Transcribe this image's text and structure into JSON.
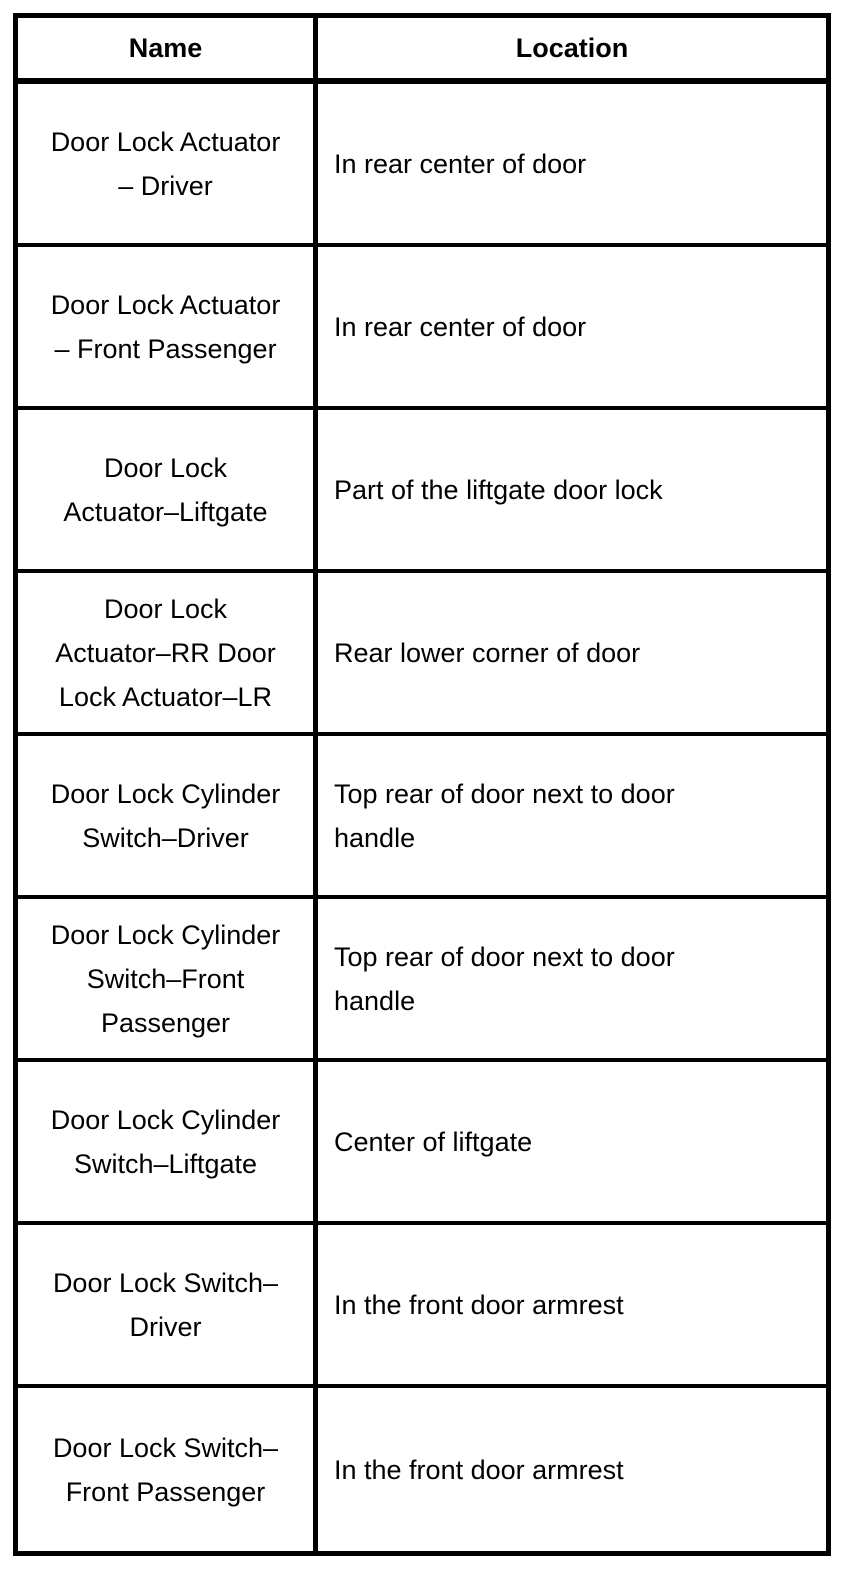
{
  "doc": {
    "table": {
      "headers": {
        "name": "Name",
        "location": "Location"
      },
      "rows": [
        {
          "name": "Door Lock Actuator – Driver",
          "location": "In rear center of door"
        },
        {
          "name": "Door Lock Actuator – Front Passenger",
          "location": "In rear center of door"
        },
        {
          "name": "Door Lock Actuator–Liftgate",
          "location": "Part of the liftgate door lock"
        },
        {
          "name": "Door Lock Actuator–RR Door Lock Actuator–LR",
          "location": "Rear lower corner of door"
        },
        {
          "name": "Door Lock Cylinder Switch–Driver",
          "location": "Top rear of door next to door handle"
        },
        {
          "name": "Door Lock Cylinder Switch–Front Passenger",
          "location": "Top rear of door next to door handle"
        },
        {
          "name": "Door Lock Cylinder Switch–Liftgate",
          "location": "Center of liftgate"
        },
        {
          "name": "Door Lock Switch–Driver",
          "location": "In the front door armrest"
        },
        {
          "name": "Door Lock Switch–Front Passenger",
          "location": "In the front door armrest"
        }
      ]
    },
    "colors": {
      "border": "#000000",
      "background": "#ffffff",
      "text": "#000000"
    }
  }
}
